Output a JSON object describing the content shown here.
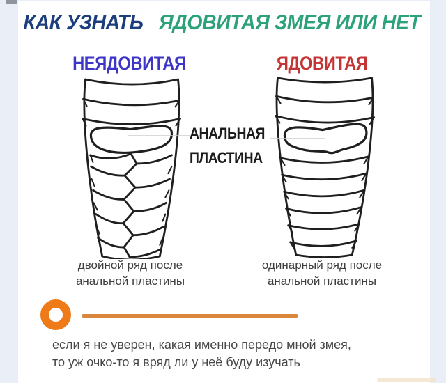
{
  "title": {
    "prefix": "КАК УЗНАТЬ",
    "suffix": "ЯДОВИТАЯ ЗМЕЯ ИЛИ НЕТ",
    "prefix_color": "#1c3e7d",
    "suffix_color": "#2da17a"
  },
  "columns": [
    {
      "label": "НЕЯДОВИТАЯ",
      "label_color": "#3c35c5",
      "caption": "двойной ряд после анальной пластины"
    },
    {
      "label": "ЯДОВИТАЯ",
      "label_color": "#c43434",
      "caption": "одинарный ряд после анальной пластины"
    }
  ],
  "center_label": {
    "line1": "АНАЛЬНАЯ",
    "line2": "ПЛАСТИНА"
  },
  "footer": {
    "line1": "если я не уверен, какая именно передо мной змея,",
    "line2": "то уж очко-то я вряд ли у неё буду изучать"
  },
  "colors": {
    "accent_orange": "#ee7b17",
    "divider_orange": "#d9873c",
    "plate_yellow": "#f5efa2",
    "outline_black": "#1f1f1f",
    "background_strip": "#eaeef6",
    "card_white": "#ffffff",
    "caption_gray": "#3d3d3d",
    "footer_gray": "#474747"
  }
}
